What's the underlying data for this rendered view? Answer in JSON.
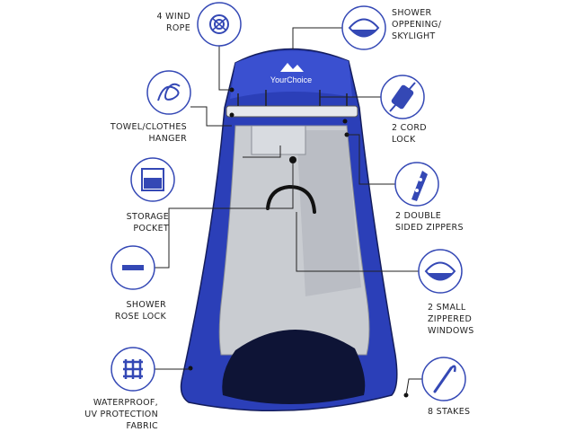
{
  "brand": {
    "logo_text": "YourChoice"
  },
  "colors": {
    "tent_blue": "#2b3fb8",
    "icon_blue": "#3448b5",
    "silver": "#c9ccd1",
    "leader": "#222222"
  },
  "callouts": [
    {
      "id": "wind-rope",
      "icon": "rope-coil-icon",
      "lines": [
        "4 WIND",
        "ROPE"
      ]
    },
    {
      "id": "towel-hanger",
      "icon": "rope-knot-icon",
      "lines": [
        "TOWEL/CLOTHES",
        "HANGER"
      ]
    },
    {
      "id": "storage-pocket",
      "icon": "pocket-icon",
      "lines": [
        "STORAGE",
        "POCKET"
      ]
    },
    {
      "id": "shower-rose-lock",
      "icon": "bar-icon",
      "lines": [
        "SHOWER",
        "ROSE LOCK"
      ]
    },
    {
      "id": "fabric",
      "icon": "grid-fabric-icon",
      "lines": [
        "WATERPROOF,",
        "UV PROTECTION",
        "FABRIC"
      ]
    },
    {
      "id": "skylight",
      "icon": "skylight-icon",
      "lines": [
        "SHOWER",
        "OPPENING/",
        "SKYLIGHT"
      ]
    },
    {
      "id": "cord-lock",
      "icon": "cord-lock-icon",
      "lines": [
        "2 CORD",
        "LOCK"
      ]
    },
    {
      "id": "zippers",
      "icon": "zipper-icon",
      "lines": [
        "2 DOUBLE",
        "SIDED ZIPPERS"
      ]
    },
    {
      "id": "windows",
      "icon": "window-icon",
      "lines": [
        "2 SMALL",
        "ZIPPERED",
        "WINDOWS"
      ]
    },
    {
      "id": "stakes",
      "icon": "stake-icon",
      "lines": [
        "8 STAKES"
      ]
    }
  ]
}
